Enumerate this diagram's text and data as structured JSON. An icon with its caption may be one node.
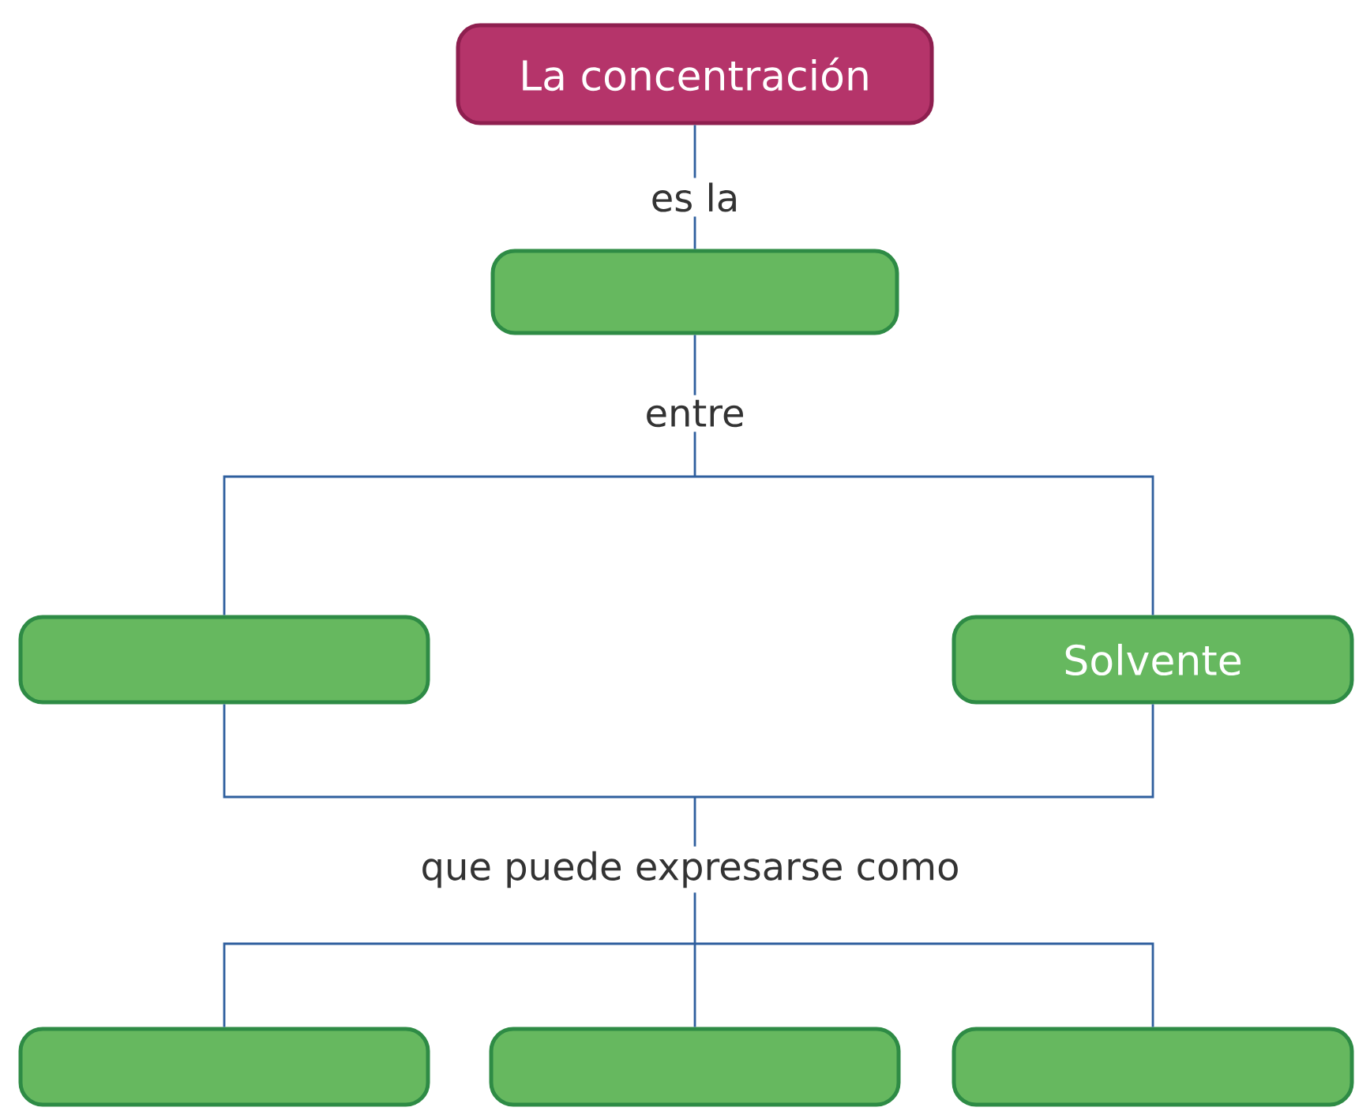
{
  "diagram": {
    "nodes": [
      {
        "text": [
          "La concentración"
        ]
      },
      {
        "text": [],
        "shape": "box"
      },
      {
        "text": [],
        "shape": "box"
      },
      {
        "text": [
          "Solvente"
        ]
      },
      {
        "text": [],
        "shape": "box"
      },
      {
        "text": [],
        "shape": "box"
      },
      {
        "text": [],
        "shape": "box"
      }
    ],
    "edges": [
      {
        "from": 0,
        "to": 1,
        "arrow": "none",
        "label": "es la"
      },
      {
        "from": 1,
        "to": 2,
        "arrow": "none",
        "label": "entre"
      },
      {
        "from": 1,
        "to": 3,
        "arrow": "none"
      },
      {
        "from": 2,
        "to": 4,
        "arrow": "none",
        "label": "que puede expresarse como"
      },
      {
        "from": 2,
        "to": 5,
        "arrow": "none"
      },
      {
        "from": 2,
        "to": 6,
        "arrow": "none"
      },
      {
        "from": 3,
        "to": 4,
        "arrow": "none"
      },
      {
        "from": 3,
        "to": 5,
        "arrow": "none"
      },
      {
        "from": 3,
        "to": 6,
        "arrow": "none"
      }
    ]
  }
}
